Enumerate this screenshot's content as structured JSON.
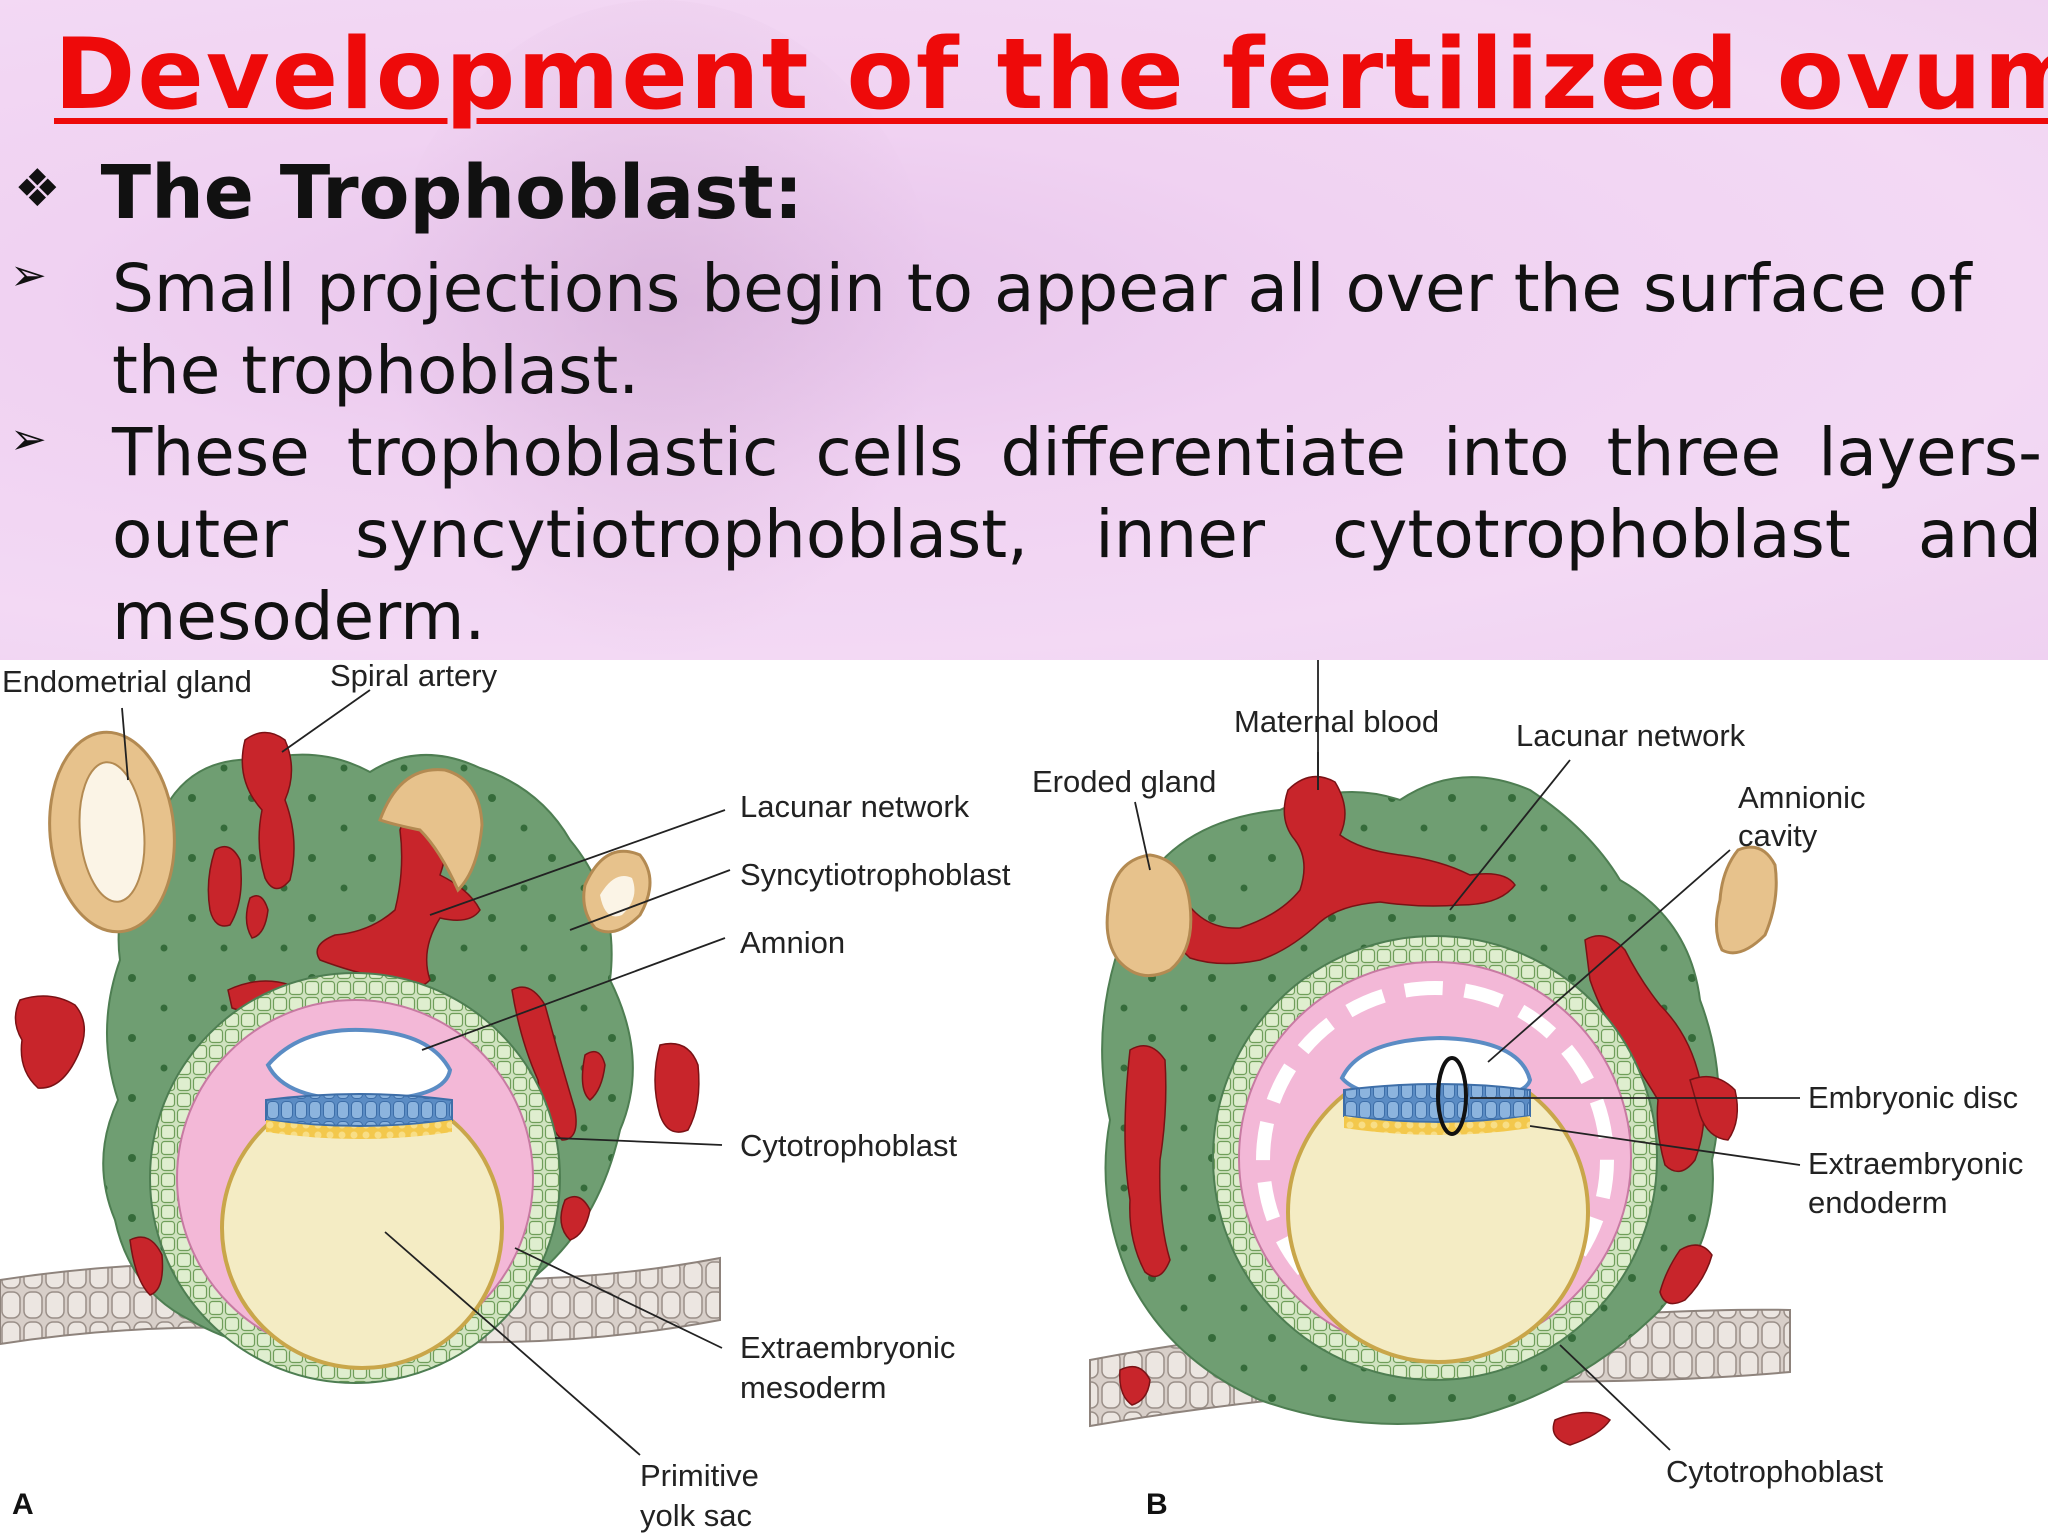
{
  "slide": {
    "title": "Development of the fertilized ovum",
    "subtitle_marker": "❖",
    "subtitle": "The Trophoblast:",
    "bullet_marker": "➢",
    "bullets": [
      "Small projections begin to appear all over the surface of the trophoblast.",
      "These trophoblastic cells differentiate into three layers- outer syncytiotrophoblast, inner cytotrophoblast and mesoderm."
    ]
  },
  "figure": {
    "panel_a": {
      "letter": "A",
      "labels": {
        "endometrial_gland": "Endometrial gland",
        "spiral_artery": "Spiral artery",
        "lacunar_network": "Lacunar network",
        "syncytiotrophoblast": "Syncytiotrophoblast",
        "amnion": "Amnion",
        "cytotrophoblast": "Cytotrophoblast",
        "extraembryonic_mesoderm_1": "Extraembryonic",
        "extraembryonic_mesoderm_2": "mesoderm",
        "primitive_yolk_sac_1": "Primitive",
        "primitive_yolk_sac_2": "yolk sac"
      }
    },
    "panel_b": {
      "letter": "B",
      "labels": {
        "maternal_blood": "Maternal blood",
        "lacunar_network": "Lacunar network",
        "eroded_gland": "Eroded gland",
        "amnionic_cavity_1": "Amnionic",
        "amnionic_cavity_2": "cavity",
        "embryonic_disc": "Embryonic disc",
        "extraembryonic_endoderm_1": "Extraembryonic",
        "extraembryonic_endoderm_2": "endoderm",
        "cytotrophoblast": "Cytotrophoblast"
      }
    },
    "colors": {
      "title_red": "#ee0a0a",
      "syncytio_green": "#6f9e72",
      "blood_red": "#c8252b",
      "gland_tan": "#e7c28c",
      "exocoelom_pink": "#f3b8d7",
      "yolk_sac_cream": "#f4ecc4",
      "embryonic_disc_blue": "#6e9ccd"
    }
  }
}
